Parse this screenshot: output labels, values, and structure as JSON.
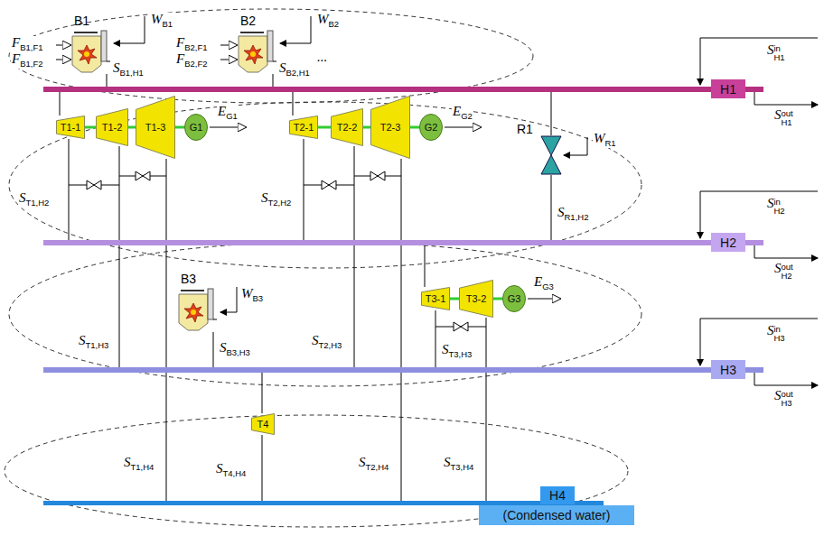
{
  "diagram": {
    "nodes": [
      {
        "text": [
          "H1"
        ]
      },
      {
        "text": [
          "H2"
        ]
      },
      {
        "text": [
          "H3"
        ]
      },
      {
        "text": [
          "H4",
          "(Condensed water)"
        ]
      },
      {
        "text": [
          "B1"
        ]
      },
      {
        "text": [
          "B2"
        ]
      },
      {
        "text": [
          "T1-1"
        ]
      },
      {
        "text": [
          "T1-2"
        ]
      },
      {
        "text": [
          "T1-3"
        ]
      },
      {
        "text": [
          "G1"
        ]
      },
      {
        "text": [
          "T2-1"
        ]
      },
      {
        "text": [
          "T2-2"
        ]
      },
      {
        "text": [
          "T2-3"
        ]
      },
      {
        "text": [
          "G2"
        ]
      },
      {
        "text": [
          "R1"
        ]
      },
      {
        "text": [
          "B3"
        ]
      },
      {
        "text": [
          "T3-1"
        ]
      },
      {
        "text": [
          "T3-2"
        ]
      },
      {
        "text": [
          "G3"
        ]
      },
      {
        "text": [
          "T4"
        ]
      }
    ],
    "edges": [
      {
        "from": 4,
        "to": 0,
        "arrow": "none",
        "label": "SB1,H1"
      },
      {
        "from": 5,
        "to": 0,
        "arrow": "none",
        "label": "SB2,H1"
      },
      {
        "from": 0,
        "to": 6,
        "arrow": "none"
      },
      {
        "from": 6,
        "to": 7,
        "arrow": "none"
      },
      {
        "from": 7,
        "to": 8,
        "arrow": "none"
      },
      {
        "from": 8,
        "to": 9,
        "arrow": "none"
      },
      {
        "from": 6,
        "to": 1,
        "arrow": "none",
        "label": "ST1,H2"
      },
      {
        "from": 7,
        "to": 2,
        "arrow": "none",
        "label": "ST1,H3"
      },
      {
        "from": 8,
        "to": 3,
        "arrow": "none",
        "label": "ST1,H4"
      },
      {
        "from": 0,
        "to": 10,
        "arrow": "none"
      },
      {
        "from": 10,
        "to": 11,
        "arrow": "none"
      },
      {
        "from": 11,
        "to": 12,
        "arrow": "none"
      },
      {
        "from": 12,
        "to": 13,
        "arrow": "none"
      },
      {
        "from": 10,
        "to": 1,
        "arrow": "none",
        "label": "ST2,H2"
      },
      {
        "from": 11,
        "to": 2,
        "arrow": "none",
        "label": "ST2,H3"
      },
      {
        "from": 12,
        "to": 3,
        "arrow": "none",
        "label": "ST2,H4"
      },
      {
        "from": 0,
        "to": 14,
        "arrow": "none"
      },
      {
        "from": 14,
        "to": 1,
        "arrow": "none",
        "label": "SR1,H2"
      },
      {
        "from": 1,
        "to": 16,
        "arrow": "none"
      },
      {
        "from": 16,
        "to": 17,
        "arrow": "none"
      },
      {
        "from": 17,
        "to": 18,
        "arrow": "none"
      },
      {
        "from": 16,
        "to": 2,
        "arrow": "none",
        "label": "ST3,H3"
      },
      {
        "from": 17,
        "to": 3,
        "arrow": "none",
        "label": "ST3,H4"
      },
      {
        "from": 15,
        "to": 2,
        "arrow": "none",
        "label": "SB3,H3"
      },
      {
        "from": 2,
        "to": 19,
        "arrow": "none"
      },
      {
        "from": 19,
        "to": 3,
        "arrow": "none",
        "label": "ST4,H4"
      }
    ],
    "labels": [
      "FB1,F1",
      "FB1,F2",
      "WB1",
      "FB2,F1",
      "FB2,F2",
      "WB2",
      "...",
      "SinH1",
      "SoutH1",
      "EG1",
      "EG2",
      "WR1",
      "SinH2",
      "SoutH2",
      "WB3",
      "EG3",
      "SinH3",
      "SoutH3"
    ]
  }
}
